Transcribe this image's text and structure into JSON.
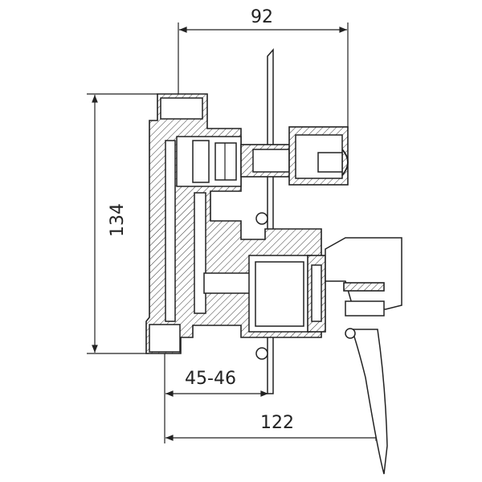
{
  "drawing": {
    "dimensions": {
      "width_top": "92",
      "height_left": "134",
      "depth_wall": "45-46",
      "depth_total": "122"
    }
  }
}
